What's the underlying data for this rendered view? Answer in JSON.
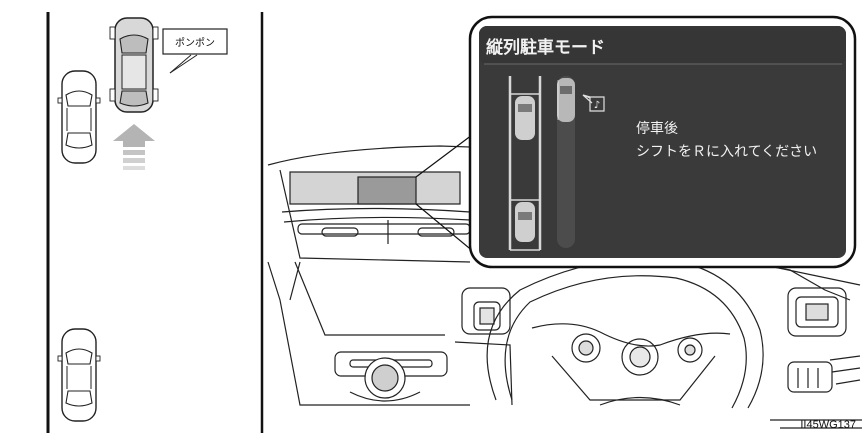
{
  "callout": {
    "sound": "ポンポン"
  },
  "display": {
    "title": "縦列駐車モード",
    "message_line1": "停車後",
    "message_line2": "シフトをＲに入れてください",
    "chime_symbol": "♪"
  },
  "figure_id": "II45WG137"
}
